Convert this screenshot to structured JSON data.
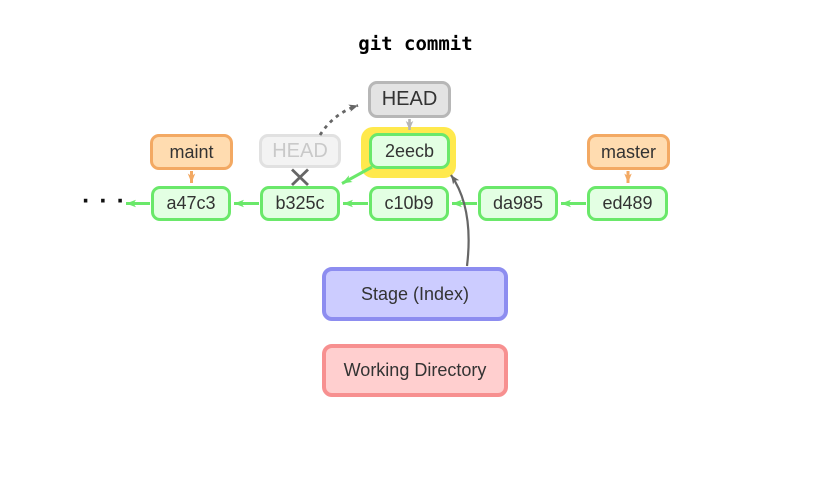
{
  "title": "git commit",
  "colors": {
    "green-border": "#6ae86a",
    "green-fill": "#e3ffe3",
    "orange-border": "#f3a963",
    "orange-fill": "#ffdcb0",
    "gray-border": "#b7b7b7",
    "gray-fill": "#e3e3e3",
    "faded-border": "#e1e1e1",
    "faded-fill": "#f3f3f3",
    "faded-text": "#c9c9c9",
    "purple-border": "#8d8df0",
    "purple-fill": "#ccccff",
    "red-border": "#f79090",
    "red-fill": "#ffcfcf",
    "yellow-highlight": "#ffe94d",
    "arrow-dark": "#666666",
    "arrow-gray": "#b5b5b5",
    "text": "#333333"
  },
  "nodes": {
    "head": "HEAD",
    "old_head": "HEAD",
    "new_commit": "2eecb",
    "branch_maint": "maint",
    "branch_master": "master"
  },
  "commits": [
    "a47c3",
    "b325c",
    "c10b9",
    "da985",
    "ed489"
  ],
  "ellipsis": "· · ·",
  "areas": {
    "stage": "Stage (Index)",
    "working": "Working Directory"
  }
}
